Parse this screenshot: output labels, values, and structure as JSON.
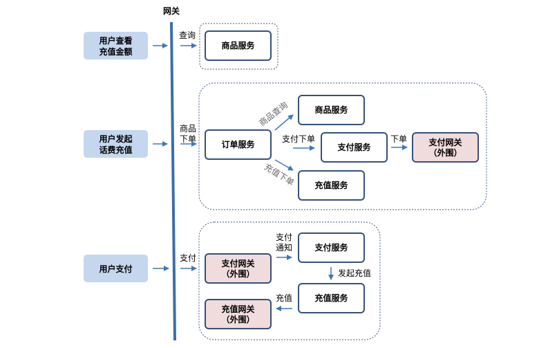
{
  "gateway": {
    "title": "网关"
  },
  "actors": [
    {
      "id": "query",
      "lines": [
        "用户查看",
        "充值金额"
      ]
    },
    {
      "id": "recharge",
      "lines": [
        "用户发起",
        "话费充值"
      ]
    },
    {
      "id": "pay",
      "lines": [
        "用户支付"
      ]
    }
  ],
  "section1": {
    "edge_label": "查询",
    "product_service": "商品服务"
  },
  "section2": {
    "edge_label": [
      "商品",
      "下单"
    ],
    "order_service": "订单服务",
    "product_service": "商品服务",
    "payment_service": "支付服务",
    "recharge_service": "充值服务",
    "payment_gateway": [
      "支付网关",
      "（外围）"
    ],
    "label_product_query": "商品查询",
    "label_pay_order": "支付下单",
    "label_recharge_order": "充值下单",
    "label_order": "下单"
  },
  "section3": {
    "edge_label": "支付",
    "payment_gateway": [
      "支付网关",
      "（外围）"
    ],
    "payment_service": "支付服务",
    "recharge_service": "充值服务",
    "recharge_gateway": [
      "充值网关",
      "（外围）"
    ],
    "label_pay_notify": [
      "支付",
      "通知"
    ],
    "label_start_recharge": "发起充值",
    "label_recharge": "充值"
  },
  "colors": {
    "actor_fill": "#c5d7ef",
    "gateway_line": "#3c6ea6",
    "arrow": "#3f78b6",
    "box_border": "#35507a",
    "external_fill": "#f0dcdc",
    "dotted": "#3b5680"
  }
}
